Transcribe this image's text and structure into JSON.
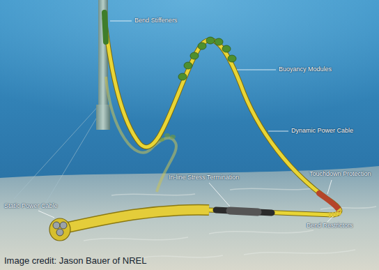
{
  "diagram": {
    "caption": "Image credit: Jason Bauer of NREL",
    "labels": [
      "Bend Stiffeners",
      "Buoyancy Modules",
      "Dynamic Power Cable",
      "Touchdown Protection",
      "In-line Stress Termination",
      "Static Power Cable",
      "Bend Restrictors"
    ]
  }
}
